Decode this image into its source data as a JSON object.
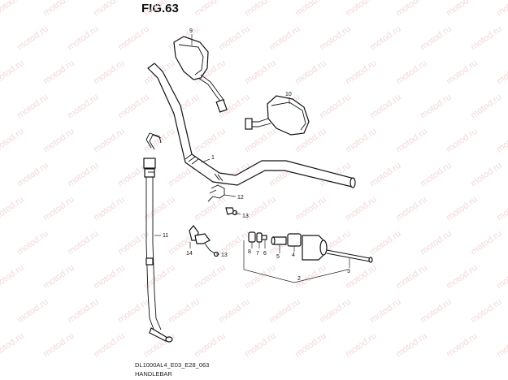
{
  "figure": {
    "title": "FIG.63",
    "code": "DL1000AL4_E03_E28_063",
    "caption": "HANDLEBAR"
  },
  "watermark": "motod.ru",
  "callouts": {
    "c1": "1",
    "c2": "2",
    "c3": "3",
    "c4": "4",
    "c5": "5",
    "c6": "6",
    "c7": "7",
    "c8": "8",
    "c9": "9",
    "c10": "10",
    "c11": "11",
    "c12": "12",
    "c13a": "13",
    "c13b": "13",
    "c14": "14"
  },
  "colors": {
    "line": "#111111",
    "watermark": "#f1d9d9",
    "background": "#ffffff"
  }
}
